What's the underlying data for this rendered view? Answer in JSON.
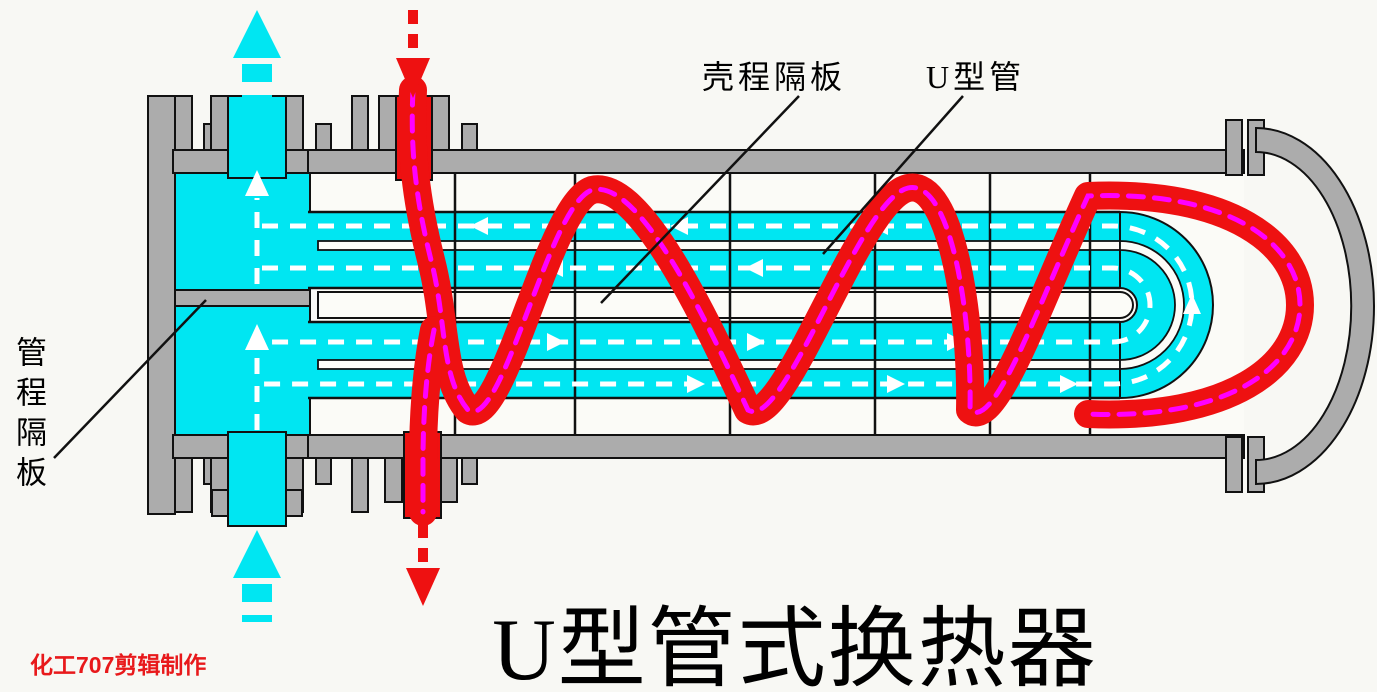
{
  "diagram": {
    "title": "U型管式换热器",
    "watermark": "化工707剪辑制作",
    "labels": {
      "shell_baffle": "壳程隔板",
      "u_tube": "U型管",
      "tube_partition": "管程隔板"
    },
    "colors": {
      "tube_fluid": "#00E6F2",
      "shell_fluid": "#EE1111",
      "flow_trace": "#FF00FF",
      "metal": "#ACACAC",
      "background": "#F8F8F4",
      "watermark": "#E8191B"
    }
  }
}
